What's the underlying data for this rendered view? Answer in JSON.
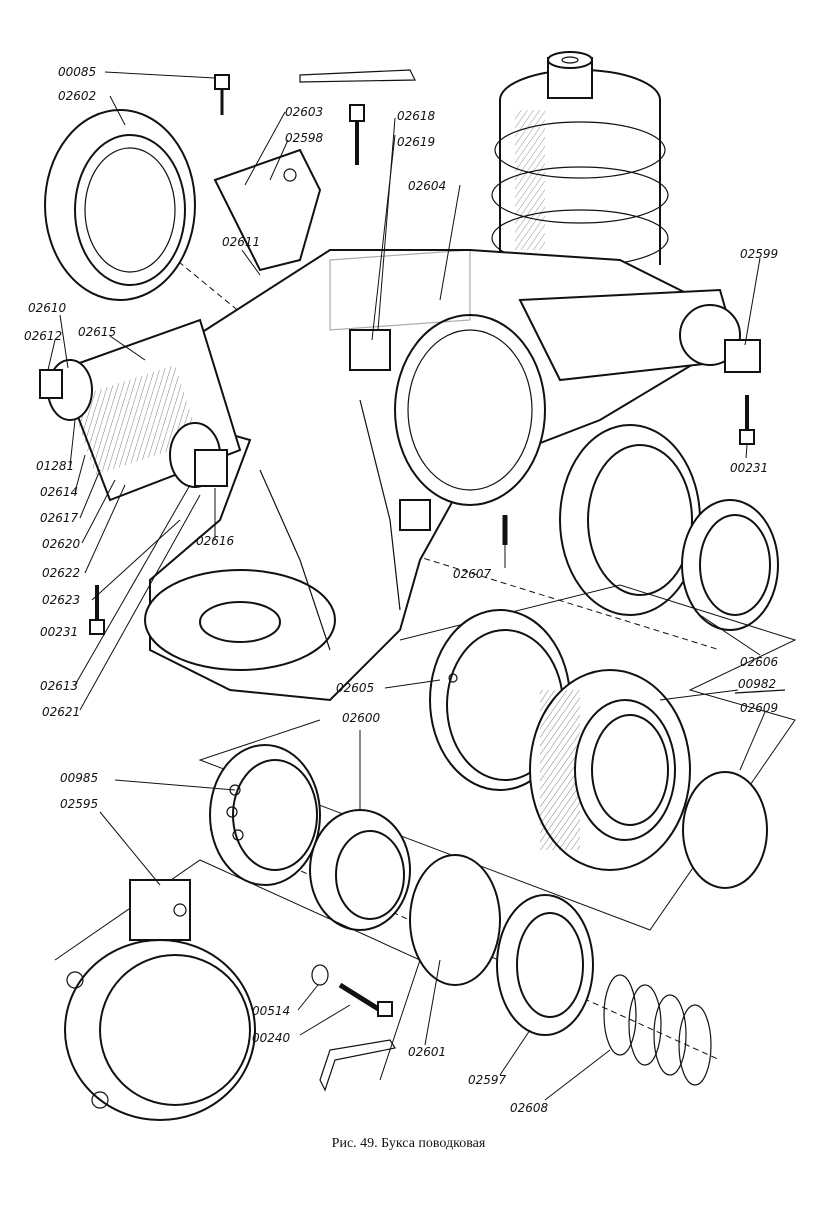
{
  "figure": {
    "caption": "Рис. 49. Букса поводковая",
    "labels": {
      "00085": "00085",
      "02602": "02602",
      "02603": "02603",
      "02598": "02598",
      "02618": "02618",
      "02619": "02619",
      "02604": "02604",
      "02599": "02599",
      "02611": "02611",
      "02610": "02610",
      "02612": "02612",
      "02615": "02615",
      "01281": "01281",
      "02614": "02614",
      "02617": "02617",
      "02620": "02620",
      "02622": "02622",
      "02623": "02623",
      "00231a": "00231",
      "02613": "02613",
      "02621": "02621",
      "02616": "02616",
      "02607": "02607",
      "00231b": "00231",
      "02606": "02606",
      "00982": "00982",
      "02609": "02609",
      "02605": "02605",
      "02600": "02600",
      "00985": "00985",
      "02595": "02595",
      "00514": "00514",
      "00240": "00240",
      "02601": "02601",
      "02597": "02597",
      "02608": "02608"
    }
  }
}
